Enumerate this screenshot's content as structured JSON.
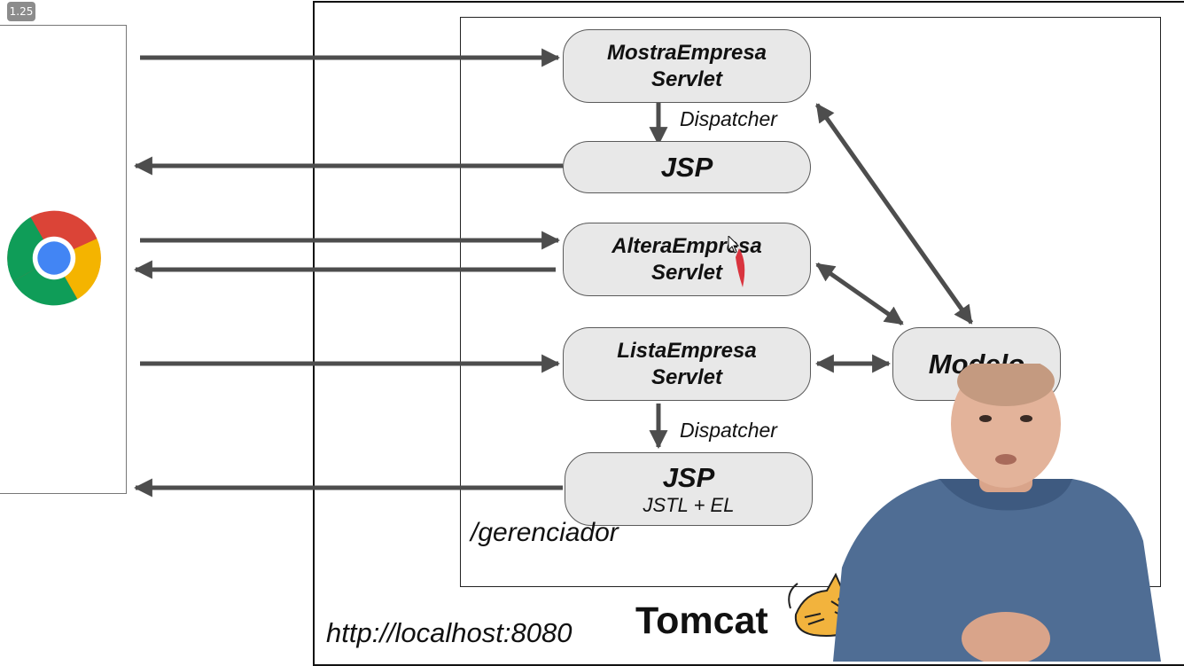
{
  "player": {
    "speed": "1.25"
  },
  "nodes": {
    "mostra": {
      "line1": "MostraEmpresa",
      "line2": "Servlet"
    },
    "jsp1": {
      "line1": "JSP"
    },
    "altera": {
      "line1": "AlteraEmpresa",
      "line2": "Servlet"
    },
    "lista": {
      "line1": "ListaEmpresa",
      "line2": "Servlet"
    },
    "jsp2": {
      "line1": "JSP",
      "line2": "JSTL + EL"
    },
    "modelo": {
      "line1": "Modelo"
    }
  },
  "labels": {
    "dispatcher_top": "Dispatcher",
    "dispatcher_bottom": "Dispatcher",
    "context_path": "/gerenciador",
    "server_url": "http://localhost:8080",
    "server_name": "Tomcat"
  },
  "colors": {
    "arrow": "#4d4d4d",
    "pill_fill": "#e8e8e8",
    "pill_border": "#5a5a5a"
  },
  "icons": [
    "chrome-logo-icon",
    "tomcat-cat-logo-icon",
    "mouse-cursor-icon"
  ]
}
